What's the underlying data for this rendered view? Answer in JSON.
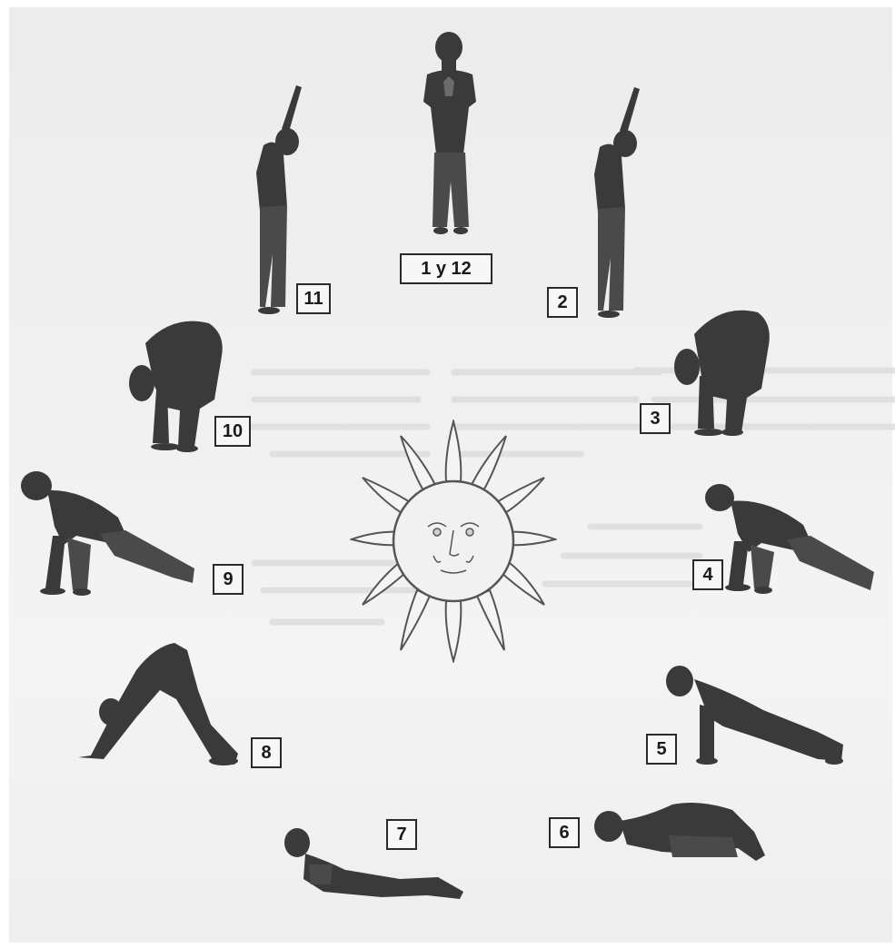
{
  "poses": [
    {
      "id": "1-12",
      "label": "1 y 12"
    },
    {
      "id": "2",
      "label": "2"
    },
    {
      "id": "3",
      "label": "3"
    },
    {
      "id": "4",
      "label": "4"
    },
    {
      "id": "5",
      "label": "5"
    },
    {
      "id": "6",
      "label": "6"
    },
    {
      "id": "7",
      "label": "7"
    },
    {
      "id": "8",
      "label": "8"
    },
    {
      "id": "9",
      "label": "9"
    },
    {
      "id": "10",
      "label": "10"
    },
    {
      "id": "11",
      "label": "11"
    }
  ],
  "center": {
    "icon": "sun-face-icon"
  },
  "colors": {
    "figure": "#3a3a3a",
    "background": "#efefef",
    "sun_fill": "#f2f2f2",
    "sun_stroke": "#555555"
  }
}
